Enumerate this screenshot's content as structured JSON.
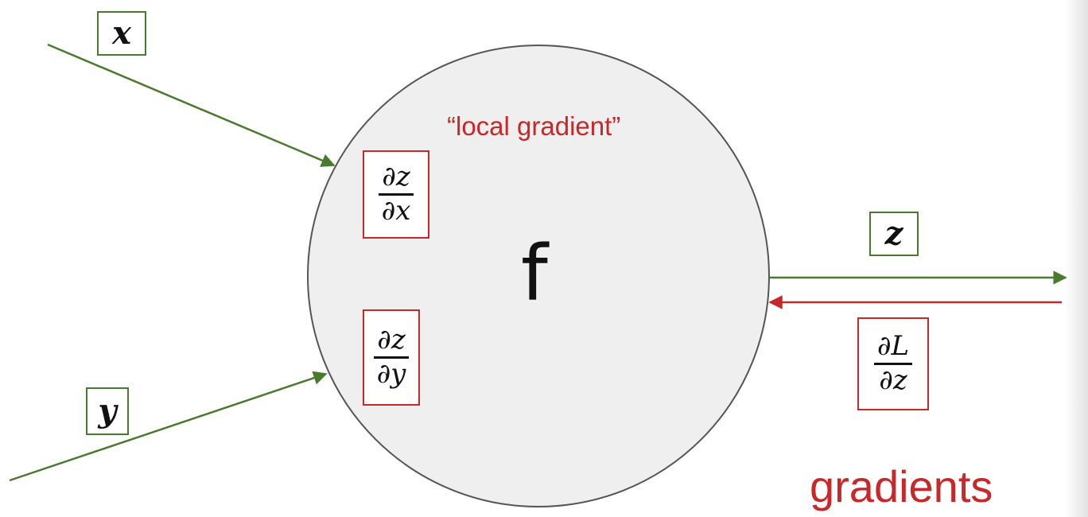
{
  "diagram": {
    "node": {
      "label": "f",
      "local_gradient_label": "“local gradient”",
      "local_gradient_x": {
        "numerator": "∂z",
        "denominator": "∂x"
      },
      "local_gradient_y": {
        "numerator": "∂z",
        "denominator": "∂y"
      }
    },
    "inputs": {
      "x": "x",
      "y": "y"
    },
    "output": {
      "z": "z",
      "upstream_gradient": {
        "numerator": "∂L",
        "denominator": "∂z"
      }
    },
    "gradients_label": "gradients"
  },
  "colors": {
    "forward": "#4a7a2e",
    "backward": "#c8282a",
    "node_fill": "#efefef",
    "node_stroke": "#555555"
  }
}
